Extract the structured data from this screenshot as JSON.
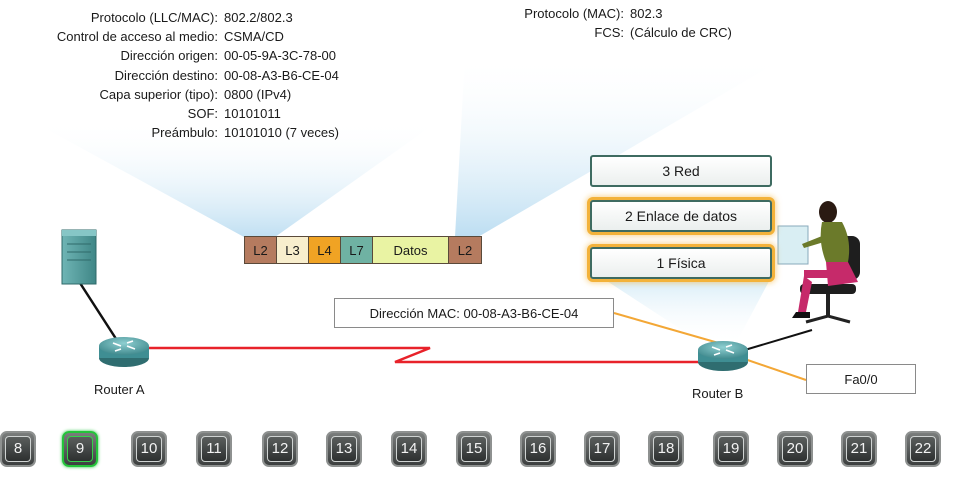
{
  "left_info": [
    {
      "label": "Protocolo (LLC/MAC):",
      "value": "802.2/802.3"
    },
    {
      "label": "Control de acceso al medio:",
      "value": "CSMA/CD"
    },
    {
      "label": "Dirección origen:",
      "value": "00-05-9A-3C-78-00"
    },
    {
      "label": "Dirección destino:",
      "value": "00-08-A3-B6-CE-04"
    },
    {
      "label": "Capa superior (tipo):",
      "value": "0800 (IPv4)"
    },
    {
      "label": "SOF:",
      "value": "10101011"
    },
    {
      "label": "Preámbulo:",
      "value": "10101010 (7 veces)"
    }
  ],
  "right_info": [
    {
      "label": "Protocolo (MAC):",
      "value": "802.3"
    },
    {
      "label": "FCS:",
      "value": "(Cálculo de CRC)"
    }
  ],
  "frame": [
    {
      "label": "L2",
      "color": "#b57b5f"
    },
    {
      "label": "L3",
      "color": "#f8eecd"
    },
    {
      "label": "L4",
      "color": "#f0a324"
    },
    {
      "label": "L7",
      "color": "#6fb2a3"
    },
    {
      "label": "Datos",
      "color": "#e9f3a3"
    },
    {
      "label": "L2",
      "color": "#b57b5f"
    }
  ],
  "layers": {
    "red": "3 Red",
    "enlace": "2 Enlace de datos",
    "fisica": "1 Física"
  },
  "mac_callout": "Dirección MAC: 00-08-A3-B6-CE-04",
  "interface_callout": "Fa0/0",
  "router_a": "Router A",
  "router_b": "Router B",
  "pager": {
    "pages": [
      "8",
      "9",
      "10",
      "11",
      "12",
      "13",
      "14",
      "15",
      "16",
      "17",
      "18",
      "19",
      "20",
      "21",
      "22"
    ],
    "active": "9"
  },
  "colors": {
    "link": "#e8222a",
    "callout_line": "#f3a736",
    "beam": "#c7e3f3",
    "router": "#3f8e93",
    "highlight": "#f3b23a"
  },
  "icons": [
    "server-icon",
    "router-icon",
    "user-workstation-icon"
  ]
}
